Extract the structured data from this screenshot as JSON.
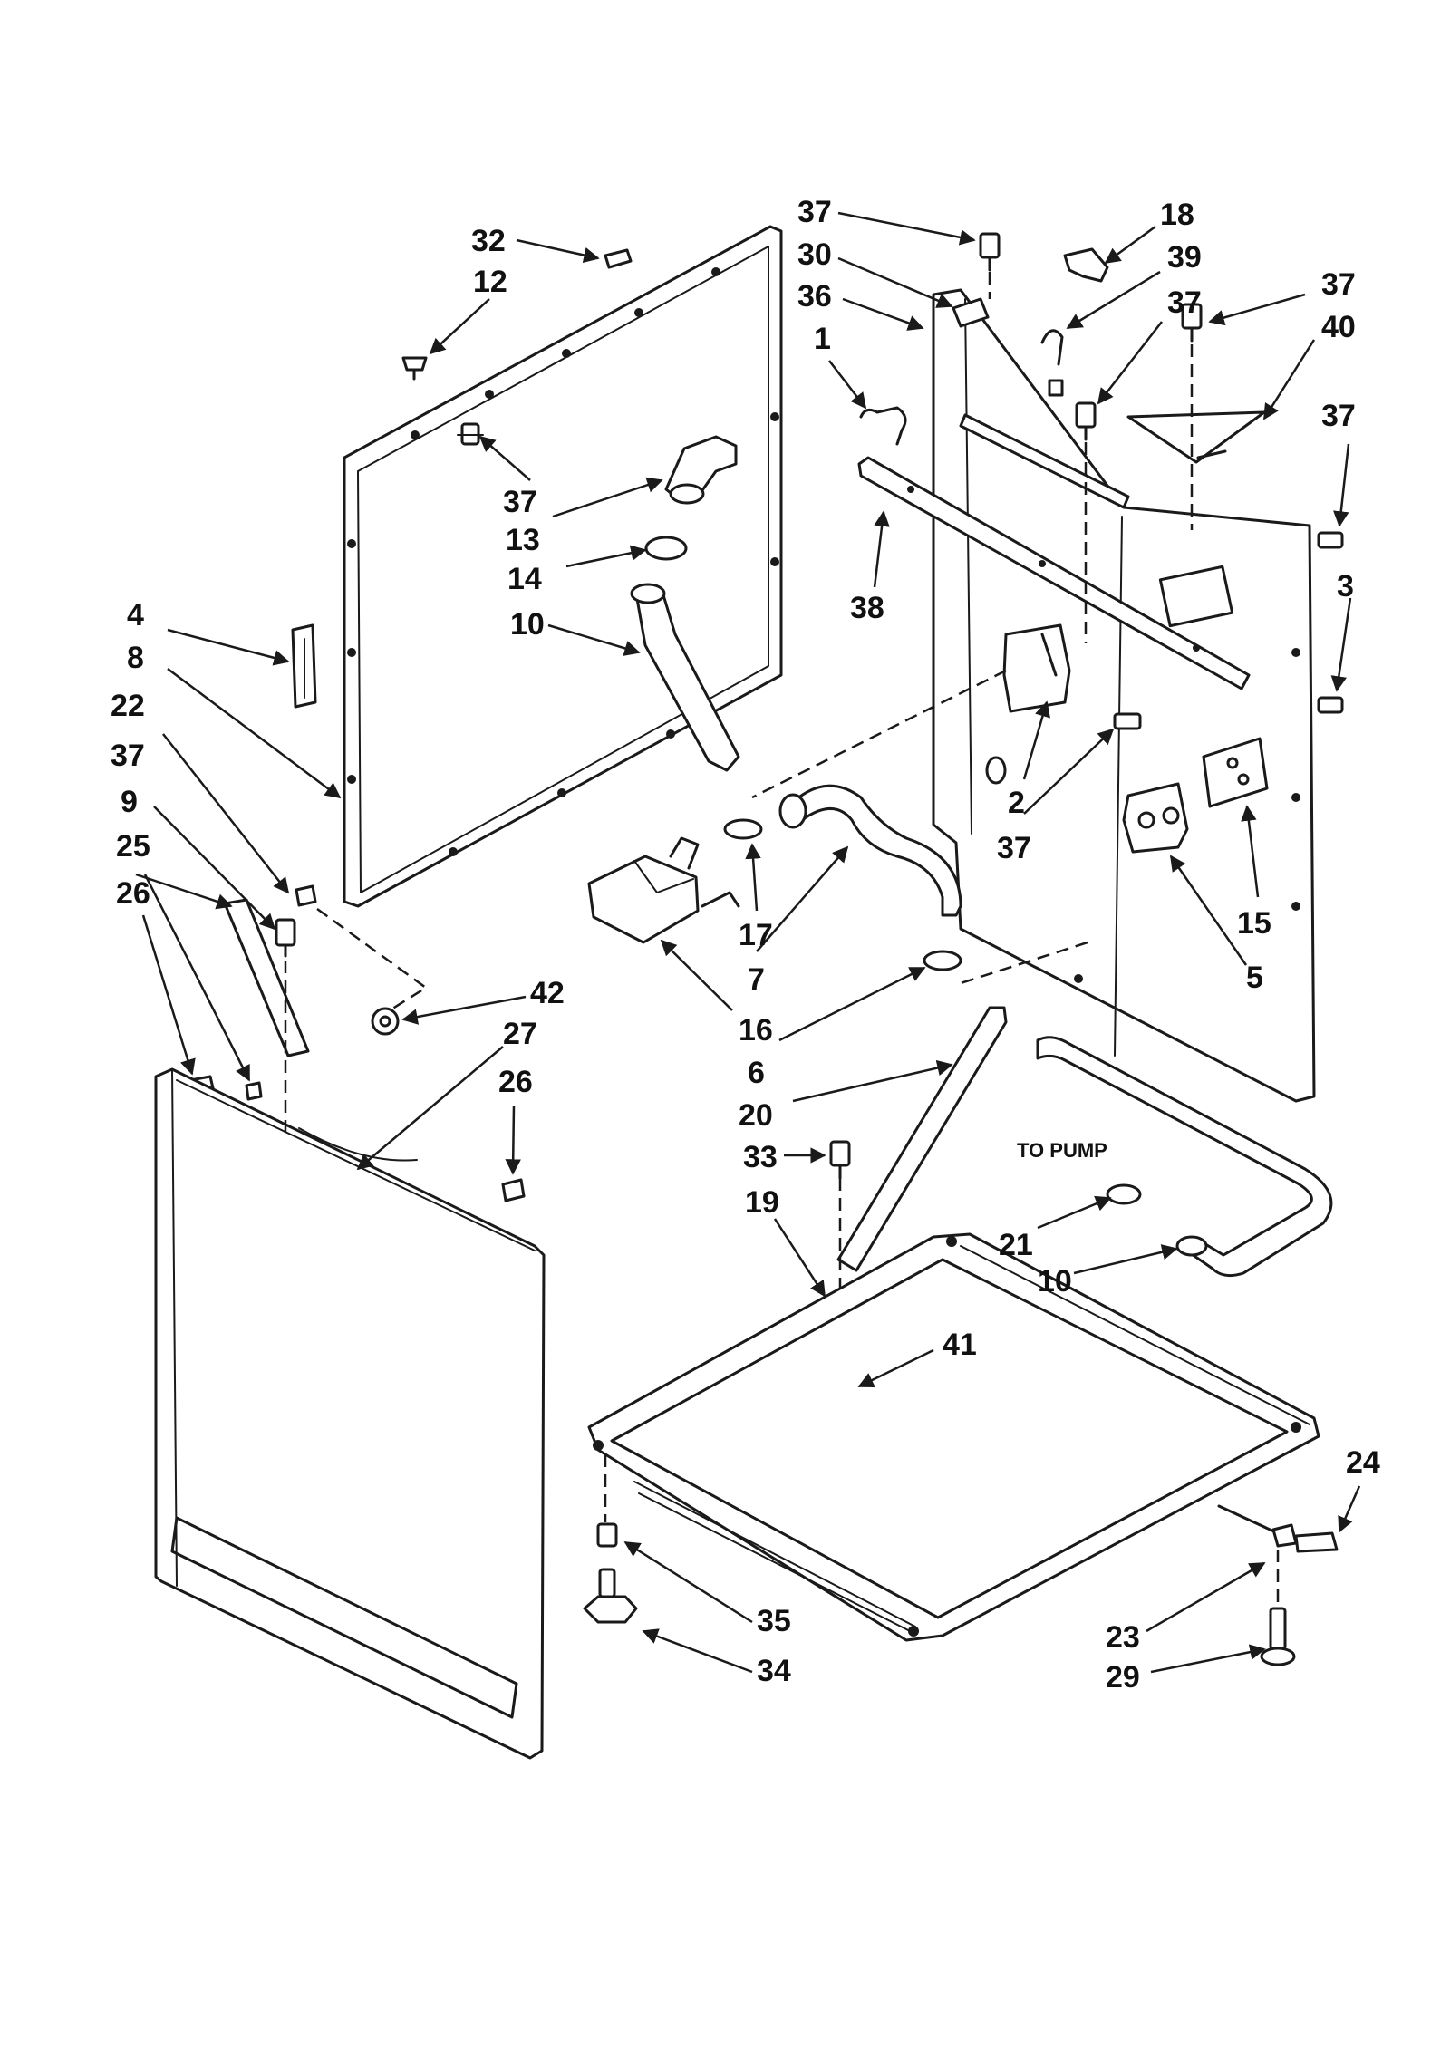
{
  "diagram": {
    "labels": {
      "p1": "1",
      "p2": "2",
      "p3": "3",
      "p4": "4",
      "p5": "5",
      "p6": "6",
      "p7": "7",
      "p8": "8",
      "p9": "9",
      "p10a": "10",
      "p10b": "10",
      "p12": "12",
      "p13": "13",
      "p14": "14",
      "p15": "15",
      "p16": "16",
      "p17": "17",
      "p18": "18",
      "p19": "19",
      "p20": "20",
      "p21": "21",
      "p22": "22",
      "p23": "23",
      "p24": "24",
      "p25": "25",
      "p26a": "26",
      "p26b": "26",
      "p27": "27",
      "p29": "29",
      "p30": "30",
      "p32": "32",
      "p33": "33",
      "p34": "34",
      "p35": "35",
      "p36": "36",
      "p37a": "37",
      "p37b": "37",
      "p37c": "37",
      "p37d": "37",
      "p37e": "37",
      "p37f": "37",
      "p37g": "37",
      "p38": "38",
      "p39": "39",
      "p40": "40",
      "p41": "41",
      "p42": "42"
    },
    "note_to_pump": "TO PUMP"
  }
}
